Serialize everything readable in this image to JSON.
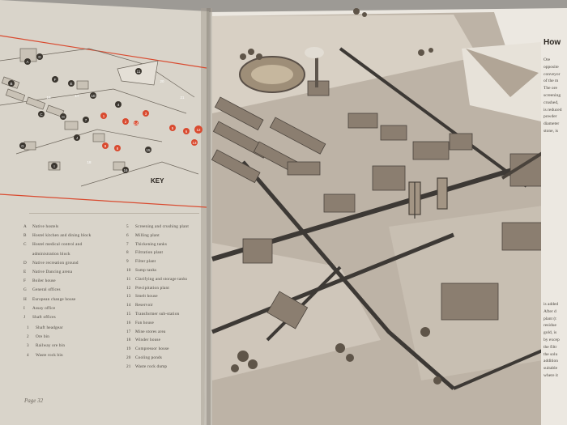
{
  "book": {
    "page_label": "Page 32",
    "key_title": "KEY",
    "key_col1": [
      {
        "code": "A",
        "label": "Native hostels"
      },
      {
        "code": "B",
        "label": "Hostel kitchen and dining block"
      },
      {
        "code": "C",
        "label": "Hostel medical control and"
      },
      {
        "code": "",
        "label": "administration block"
      },
      {
        "code": "D",
        "label": "Native recreation ground"
      },
      {
        "code": "E",
        "label": "Native Dancing arena"
      },
      {
        "code": "F",
        "label": "Boiler house"
      },
      {
        "code": "G",
        "label": "General offices"
      },
      {
        "code": "H",
        "label": "European change house"
      },
      {
        "code": "I",
        "label": "Assay office"
      },
      {
        "code": "J",
        "label": "Shaft offices"
      }
    ],
    "key_col1_numbered": [
      {
        "code": "1",
        "label": "Shaft headgear"
      },
      {
        "code": "2",
        "label": "Ore bin"
      },
      {
        "code": "3",
        "label": "Railway ore bin"
      },
      {
        "code": "4",
        "label": "Waste rock bin"
      }
    ],
    "key_col2": [
      {
        "code": "5",
        "label": "Screening and crushing plant"
      },
      {
        "code": "6",
        "label": "Milling plant"
      },
      {
        "code": "7",
        "label": "Thickening tanks"
      },
      {
        "code": "8",
        "label": "Filtration plant"
      },
      {
        "code": "9",
        "label": "Filter plant"
      },
      {
        "code": "10",
        "label": "Sump tanks"
      },
      {
        "code": "11",
        "label": "Clarifying and storage tanks"
      },
      {
        "code": "12",
        "label": "Precipitation plant"
      },
      {
        "code": "13",
        "label": "Smelt house"
      },
      {
        "code": "14",
        "label": "Reservoir"
      },
      {
        "code": "15",
        "label": "Transformer sub-station"
      },
      {
        "code": "16",
        "label": "Fan house"
      },
      {
        "code": "17",
        "label": "Mine stores area"
      },
      {
        "code": "18",
        "label": "Winder house"
      },
      {
        "code": "19",
        "label": "Compressor house"
      },
      {
        "code": "20",
        "label": "Cooling ponds"
      },
      {
        "code": "21",
        "label": "Waste rock dump"
      }
    ],
    "right_heading": "How",
    "right_lines_top": [
      "Ore",
      "opposite",
      "conveyor",
      "of the m",
      "The ore",
      "screening",
      "crushed,",
      "is reduced",
      "powder",
      "diameter",
      "stone, is"
    ],
    "right_lines_bottom": [
      "is added",
      "After d",
      "plant (t",
      "residue",
      "gold, is",
      "by excep",
      "the filtr",
      "the solu",
      "addition",
      "suitable",
      "where it"
    ],
    "map_labels": [
      "A",
      "B",
      "C",
      "D",
      "E",
      "F",
      "G",
      "H",
      "I",
      "J",
      "1",
      "2",
      "3",
      "4",
      "5",
      "6",
      "7",
      "8",
      "9",
      "10",
      "11",
      "12",
      "13",
      "14",
      "15",
      "16",
      "17",
      "18",
      "19",
      "20",
      "21"
    ]
  },
  "colors": {
    "page_left": "#d9d4ca",
    "page_right": "#ece8e1",
    "illustration": "#a99c8c",
    "key_red": "#d94a2f",
    "ink": "#3b362f"
  }
}
